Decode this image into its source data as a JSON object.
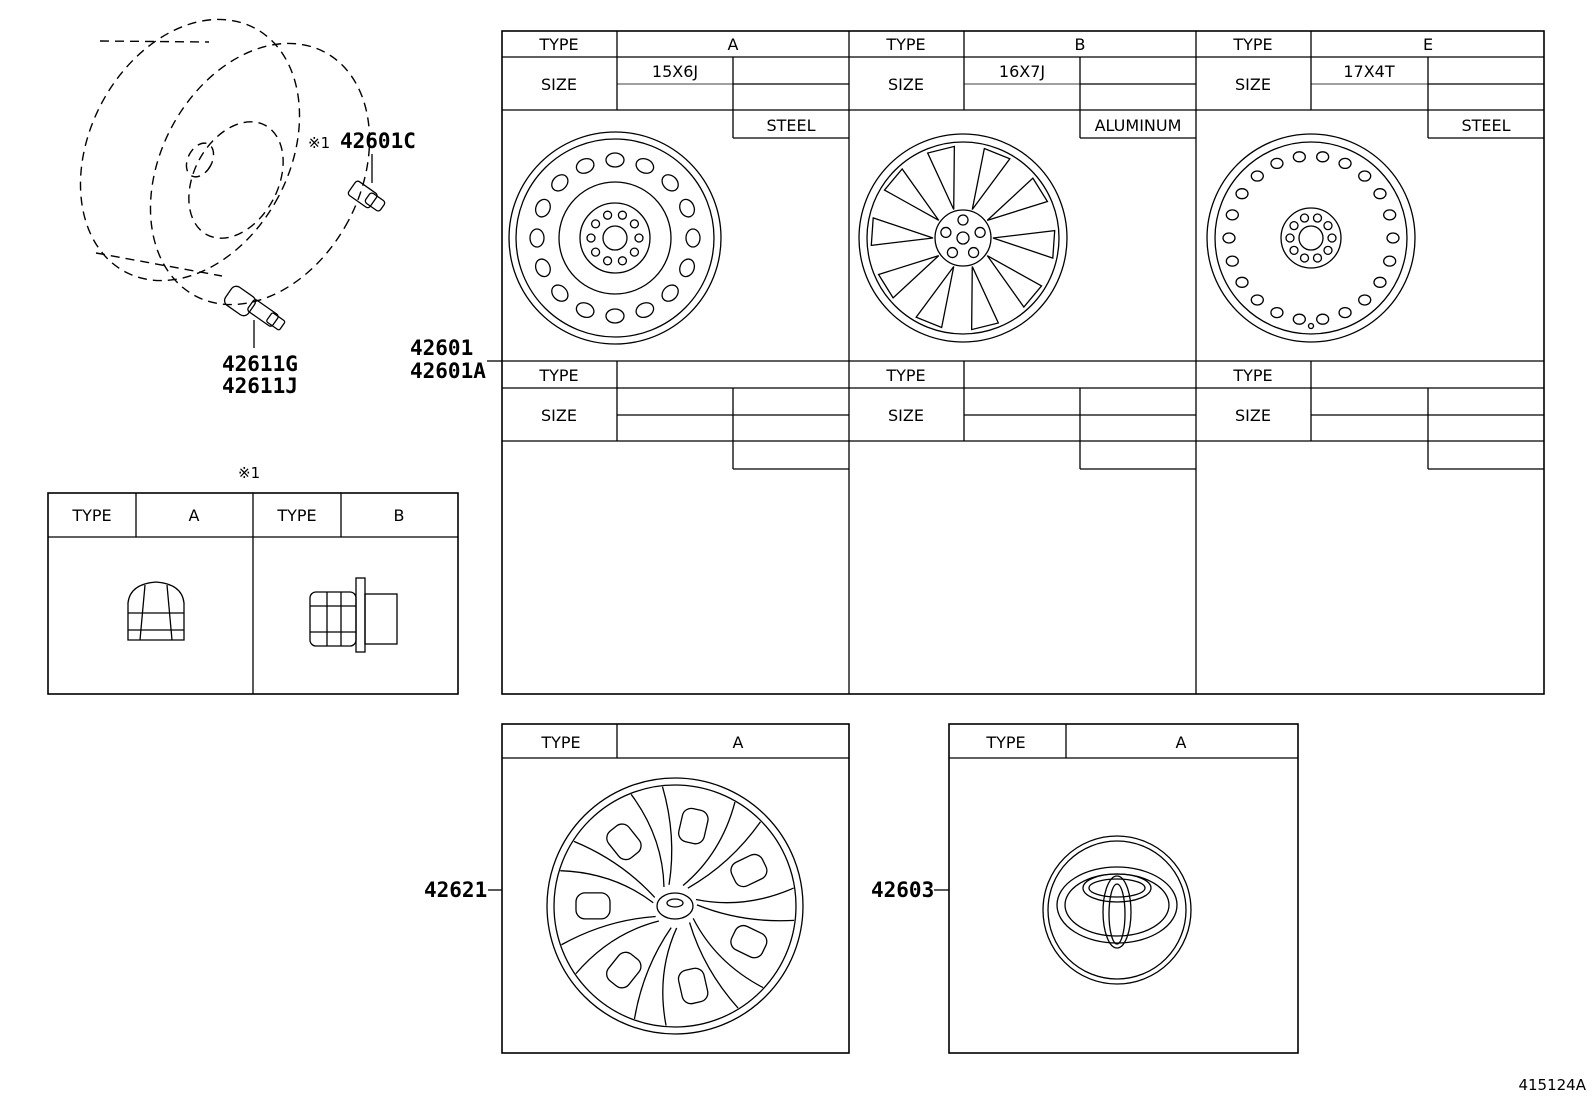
{
  "parts": {
    "wheel_assembly": [
      "42601",
      "42601A"
    ],
    "valve_core_note": "※1",
    "valve_core": "42601C",
    "valve": [
      "42611G",
      "42611J"
    ],
    "wheel_cover": "42621",
    "center_cap": "42603"
  },
  "wheel_table": {
    "type_label": "TYPE",
    "size_label": "SIZE",
    "wheels": [
      {
        "type": "A",
        "size": "15X6J",
        "material": "STEEL"
      },
      {
        "type": "B",
        "size": "16X7J",
        "material": "ALUMINUM"
      },
      {
        "type": "E",
        "size": "17X4T",
        "material": "STEEL"
      }
    ]
  },
  "nut_table": {
    "note": "※1",
    "type_label": "TYPE",
    "types": [
      "A",
      "B"
    ]
  },
  "cover_table": {
    "type_label": "TYPE",
    "type": "A"
  },
  "cap_table": {
    "type_label": "TYPE",
    "type": "A"
  },
  "figure_id": "415124A"
}
